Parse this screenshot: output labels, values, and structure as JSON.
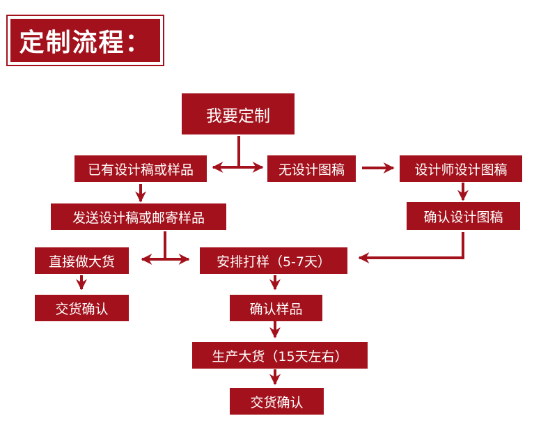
{
  "title": "定制流程：",
  "steps": {
    "start": "我要定制",
    "have_design": "已有设计稿或样品",
    "no_design": "无设计图稿",
    "designer_design": "设计师设计图稿",
    "send_design": "发送设计稿或邮寄样品",
    "confirm_design": "确认设计图稿",
    "direct_bulk": "直接做大货",
    "deliver_confirm_left": "交货确认",
    "arrange_sample": "安排打样（5-7天）",
    "confirm_sample": "确认样品",
    "production": "生产大货（15天左右）",
    "deliver_confirm": "交货确认"
  },
  "colors": {
    "accent": "#a3121c",
    "text": "#ffffff",
    "background": "#ffffff"
  }
}
